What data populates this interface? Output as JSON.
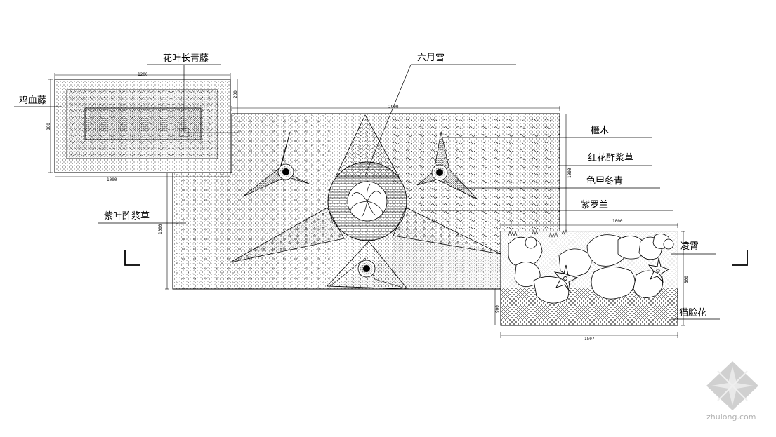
{
  "labels": {
    "huaye_changqingteng": "花叶长青藤",
    "jixueteng": "鸡血藤",
    "liuyuexue": "六月雪",
    "jimu": "檵木",
    "honghua_cujiangcao": "红花酢浆草",
    "guijia_dongqing": "龟甲冬青",
    "ziluolan": "紫罗兰",
    "ziye_cujiangcao": "紫叶酢浆草",
    "lingxiao": "凌霄",
    "maolianhua": "猫脸花"
  },
  "dimensions": {
    "top_box_width": "1200",
    "top_box_height": "800",
    "top_box_side": "200",
    "top_box_bottom": "1000",
    "main_width": "2900",
    "main_right_height": "1000",
    "main_left_height": "1000",
    "right_box_top": "1000",
    "right_box_height": "800",
    "right_box_bottom": "1507",
    "right_box_left": "900"
  },
  "watermark": "zhulong.com"
}
